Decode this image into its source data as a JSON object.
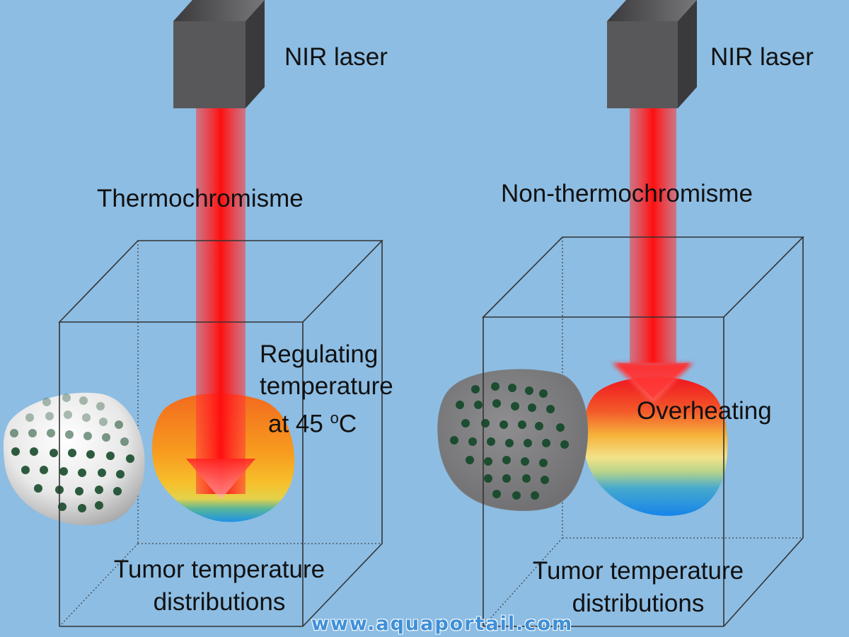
{
  "colors": {
    "background": "#8dbde3",
    "laser_box": "#4f4f51",
    "beam": "#ff1a1a",
    "cell_dot": "#174a2b",
    "watermark": "#3f8fd8"
  },
  "left_panel": {
    "laser_label": "NIR laser",
    "mode_label": "Thermochromisme",
    "annotation_lines": [
      "Regulating",
      "temperature"
    ],
    "annotation_at": "at 45 ",
    "annotation_super": "o",
    "annotation_unit": "C",
    "tumor_label_lines": [
      "Tumor temperature",
      "distributions"
    ]
  },
  "right_panel": {
    "laser_label": "NIR laser",
    "mode_label": "Non-thermochromisme",
    "annotation": "Overheating",
    "tumor_label_lines": [
      "Tumor temperature",
      "distributions"
    ]
  },
  "watermark": "www.aquaportail.com"
}
